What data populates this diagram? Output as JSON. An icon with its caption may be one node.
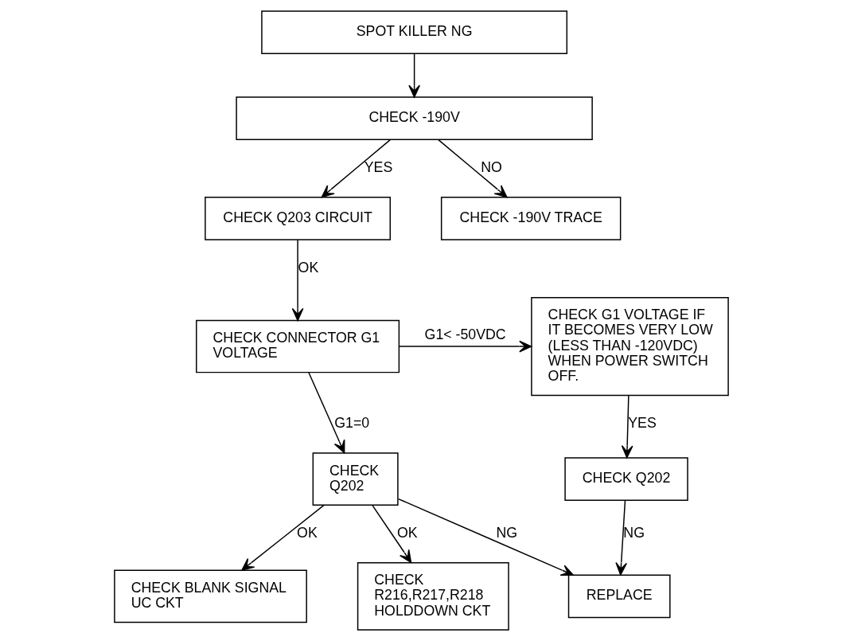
{
  "diagram": {
    "nodes": [
      {
        "text": [
          "SPOT KILLER NG"
        ]
      },
      {
        "text": [
          "CHECK -190V"
        ]
      },
      {
        "text": [
          "CHECK Q203 CIRCUIT"
        ]
      },
      {
        "text": [
          "CHECK -190V TRACE"
        ]
      },
      {
        "text": [
          "CHECK CONNECTOR G1 VOLTAGE"
        ]
      },
      {
        "text": [
          "CHECK G1 VOLTAGE IF IT BECOMES VERY LOW (LESS THAN -120VDC) WHEN POWER SWITCH OFF."
        ]
      },
      {
        "text": [
          "CHECK Q202"
        ]
      },
      {
        "text": [
          "CHECK Q202"
        ]
      },
      {
        "text": [
          "REPLACE"
        ]
      },
      {
        "text": [
          "CHECK BLANK SIGNAL UC CKT"
        ]
      },
      {
        "text": [
          "CHECK R216,R217,R218 HOLDDOWN CKT"
        ]
      }
    ],
    "edges": [
      {
        "from": 0,
        "to": 1,
        "arrow": "to"
      },
      {
        "from": 1,
        "to": 2,
        "arrow": "to",
        "label": "YES"
      },
      {
        "from": 1,
        "to": 3,
        "arrow": "to",
        "label": "NO"
      },
      {
        "from": 2,
        "to": 4,
        "arrow": "to",
        "label": "OK"
      },
      {
        "from": 4,
        "to": 5,
        "arrow": "to",
        "label": "G1< -50VDC"
      },
      {
        "from": 4,
        "to": 6,
        "arrow": "to",
        "label": "G1=0"
      },
      {
        "from": 5,
        "to": 7,
        "arrow": "to",
        "label": "YES"
      },
      {
        "from": 6,
        "to": 8,
        "arrow": "to",
        "label": "NG"
      },
      {
        "from": 7,
        "to": 8,
        "arrow": "to",
        "label": "NG"
      },
      {
        "from": 6,
        "to": 9,
        "arrow": "to",
        "label": "OK"
      },
      {
        "from": 6,
        "to": 10,
        "arrow": "to",
        "label": "OK"
      }
    ]
  }
}
